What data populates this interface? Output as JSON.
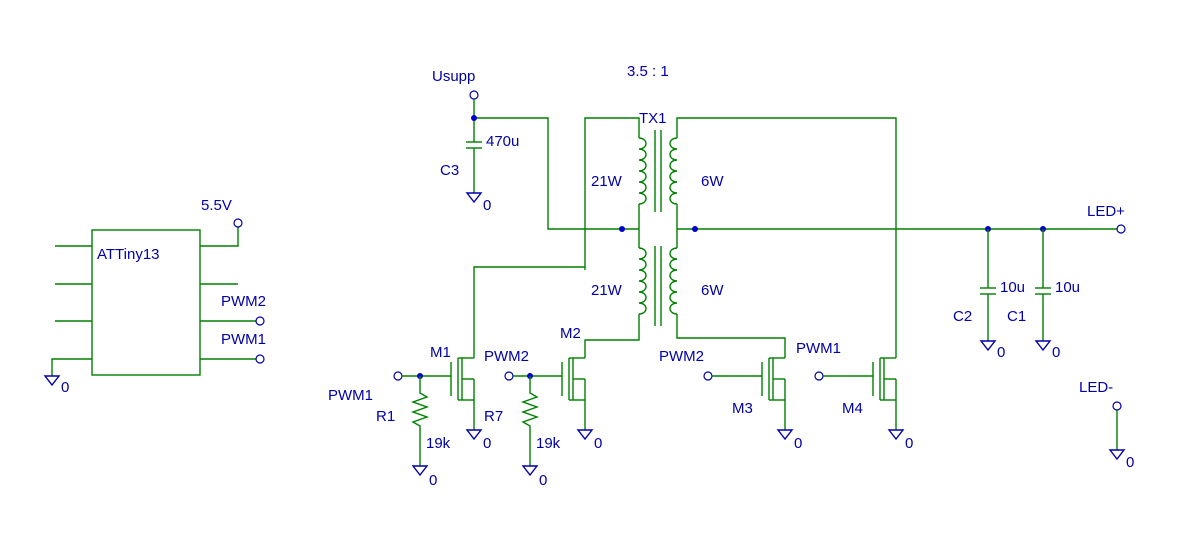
{
  "ic": {
    "name": "ATTiny13"
  },
  "supply": {
    "vcc_label": "5.5V",
    "usupp_label": "Usupp"
  },
  "pins": {
    "pwm1": "PWM1",
    "pwm2": "PWM2",
    "led_plus": "LED+",
    "led_minus": "LED-"
  },
  "ground": "0",
  "transformer": {
    "ratio": "3.5 : 1",
    "name": "TX1",
    "primary_upper": "21W",
    "primary_lower": "21W",
    "secondary_upper": "6W",
    "secondary_lower": "6W"
  },
  "capacitors": {
    "c3": {
      "name": "C3",
      "value": "470u"
    },
    "c2": {
      "name": "C2",
      "value": "10u"
    },
    "c1": {
      "name": "C1",
      "value": "10u"
    }
  },
  "resistors": {
    "r1": {
      "name": "R1",
      "value": "19k"
    },
    "r7": {
      "name": "R7",
      "value": "19k"
    }
  },
  "mosfets": {
    "m1": "M1",
    "m2": "M2",
    "m3": "M3",
    "m4": "M4"
  }
}
